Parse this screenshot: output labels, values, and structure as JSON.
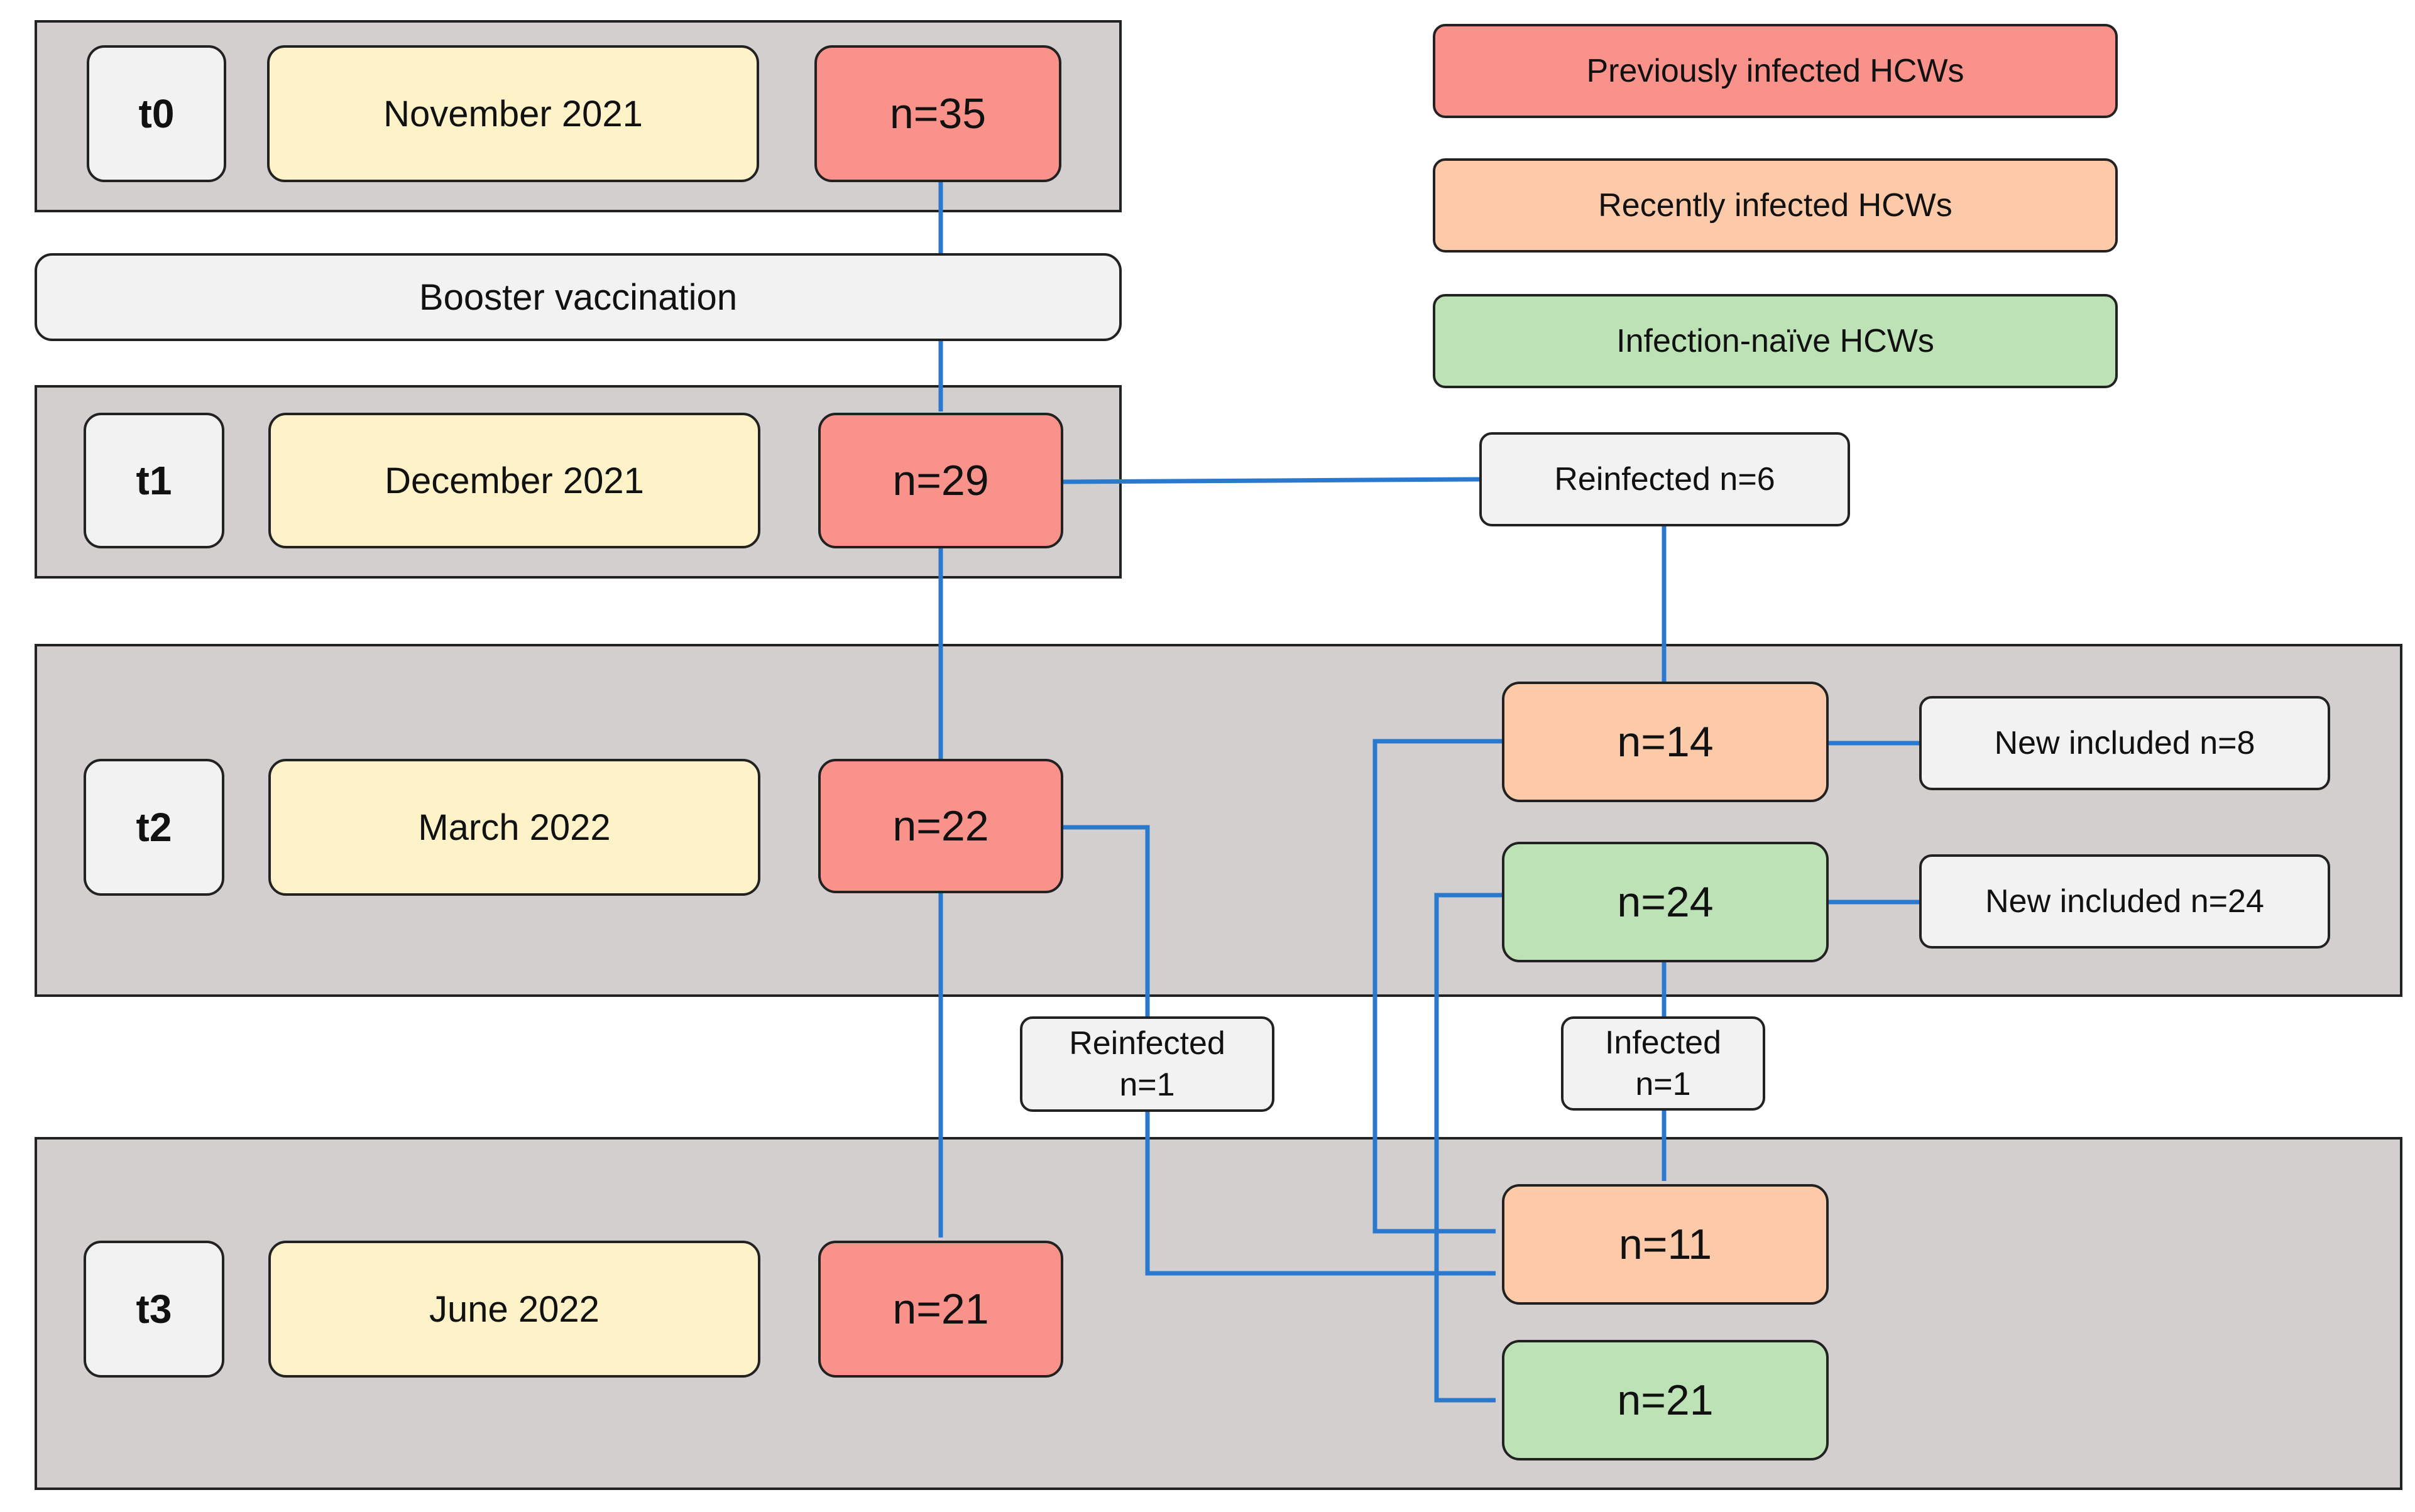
{
  "legend": {
    "previously_infected": "Previously infected HCWs",
    "recently_infected": "Recently infected HCWs",
    "infection_naive": "Infection-naïve HCWs"
  },
  "colors": {
    "previously_infected": "#f8928a",
    "recently_infected": "#fcc9a9",
    "infection_naive": "#bde2b6",
    "date": "#fdf2c8",
    "band": "#d3cfcf",
    "arrow": "#2a79cf"
  },
  "timepoints": {
    "t0": {
      "label": "t0",
      "date": "November 2021",
      "previous": "n=35"
    },
    "t1": {
      "label": "t1",
      "date": "December 2021",
      "previous": "n=29"
    },
    "t2": {
      "label": "t2",
      "date": "March 2022",
      "previous": "n=22",
      "recent": "n=14",
      "naive": "n=24"
    },
    "t3": {
      "label": "t3",
      "date": "June 2022",
      "previous": "n=21",
      "recent": "n=11",
      "naive": "n=21"
    }
  },
  "notes": {
    "booster": "Booster vaccination",
    "reinfected_t1": "Reinfected n=6",
    "new_included_recent": "New included n=8",
    "new_included_naive": "New included n=24",
    "reinfected_t2_line1": "Reinfected",
    "reinfected_t2_line2": "n=1",
    "infected_t2_line1": "Infected",
    "infected_t2_line2": "n=1"
  }
}
